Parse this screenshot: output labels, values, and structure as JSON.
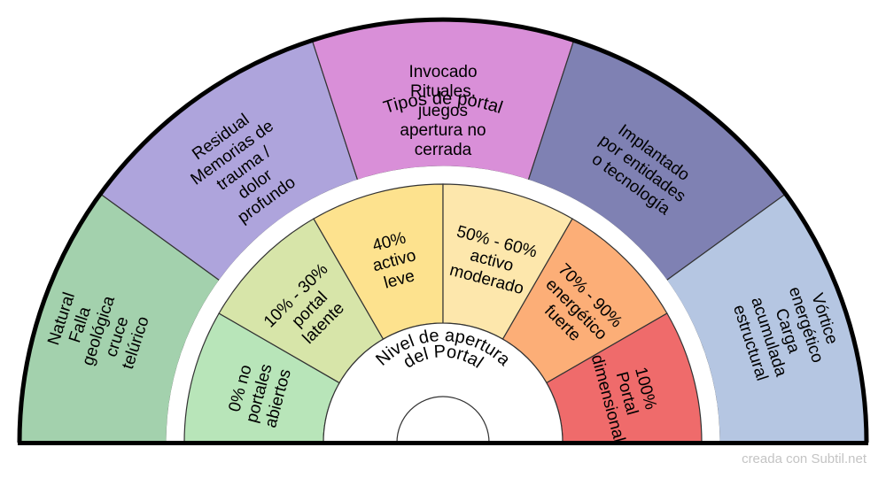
{
  "diagram": {
    "outer_ring": {
      "label": "Tipos de portal",
      "segments": [
        {
          "lines": [
            "Natural",
            "Falla",
            "geológica",
            "cruce",
            "telúrico"
          ],
          "color": "#a3d1ad"
        },
        {
          "lines": [
            "Residual",
            "Memorias de",
            "trauma /",
            "dolor",
            "profundo"
          ],
          "color": "#aea4dc"
        },
        {
          "lines": [
            "Invocado",
            "Rituales,",
            "juegos",
            "apertura no",
            "cerrada"
          ],
          "color": "#d98fd8"
        },
        {
          "lines": [
            "Implantado",
            "por entidades",
            "o tecnología"
          ],
          "color": "#7f81b3"
        },
        {
          "lines": [
            "Vórtice",
            "energético",
            "Carga",
            "acumulada",
            "estructural"
          ],
          "color": "#b5c6e2"
        }
      ]
    },
    "inner_ring": {
      "label_lines": [
        "Nivel de apertura",
        "del Portal"
      ],
      "segments": [
        {
          "lines": [
            "0% no",
            "portales",
            "abiertos"
          ],
          "color": "#b8e5b9"
        },
        {
          "lines": [
            "10% - 30%",
            "portal",
            "latente"
          ],
          "color": "#d7e5a9"
        },
        {
          "lines": [
            "40%",
            "activo",
            "leve"
          ],
          "color": "#fde28e"
        },
        {
          "lines": [
            "50% - 60%",
            "activo",
            "moderado"
          ],
          "color": "#fde7ac"
        },
        {
          "lines": [
            "70% - 90%",
            "energético",
            "fuerte"
          ],
          "color": "#fcae77"
        },
        {
          "lines": [
            "100%",
            "Portal",
            "dimensional"
          ],
          "color": "#ef6b6b"
        }
      ]
    }
  },
  "footer": {
    "credit": "creada con Subtil.net"
  }
}
